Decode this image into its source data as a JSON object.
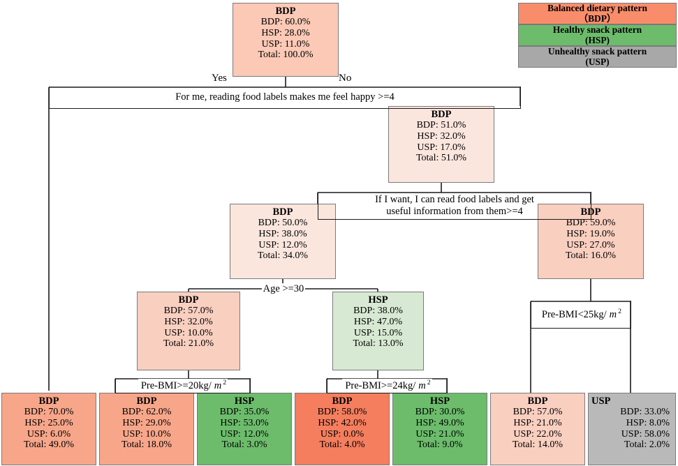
{
  "legend": {
    "title": "pattern-legend",
    "items": [
      {
        "line1": "Balanced dietary pattern",
        "line2": "（BDP）",
        "color": "#f98d6b"
      },
      {
        "line1": "Healthy snack pattern",
        "line2": "(HSP)",
        "color": "#6cbc6c"
      },
      {
        "line1": "Unhealthy snack pattern",
        "line2": "(USP)",
        "color": "#a8a8a8"
      }
    ]
  },
  "branch_tags": {
    "yes": "Yes",
    "no": "No"
  },
  "splits": [
    {
      "id": "split-food-label-happy",
      "text": "For me, reading food labels makes me feel happy >=4"
    },
    {
      "id": "split-useful-information",
      "line1": "If I want, I can read food labels and get",
      "line2": "useful information from them>=4"
    },
    {
      "id": "split-age",
      "text": "Age >=30"
    },
    {
      "id": "split-prebmi-25",
      "text": "Pre-BMI<25kg/",
      "unit": "m",
      "exp": "2"
    },
    {
      "id": "split-prebmi-20",
      "text": "Pre-BMI>=20kg/",
      "unit": "m",
      "exp": "2"
    },
    {
      "id": "split-prebmi-24",
      "text": "Pre-BMI>=24kg/",
      "unit": "m",
      "exp": "2"
    }
  ],
  "nodes": {
    "root": {
      "title": "BDP",
      "bdp": "BDP: 60.0%",
      "hsp": "HSP: 28.0%",
      "usp": "USP: 11.0%",
      "total": "Total: 100.0%",
      "color": "#fbc9b6"
    },
    "n_no": {
      "title": "BDP",
      "bdp": "BDP: 51.0%",
      "hsp": "HSP: 32.0%",
      "usp": "USP: 17.0%",
      "total": "Total: 51.0%",
      "color": "#fbe6de"
    },
    "n_yes_useful": {
      "title": "BDP",
      "bdp": "BDP: 50.0%",
      "hsp": "HSP: 38.0%",
      "usp": "USP: 12.0%",
      "total": "Total: 34.0%",
      "color": "#fbe6de"
    },
    "n_no_useful": {
      "title": "BDP",
      "bdp": "BDP: 59.0%",
      "hsp": "HSP: 19.0%",
      "usp": "USP: 27.0%",
      "total": "Total: 16.0%",
      "color": "#f9cfc0"
    },
    "n_age_left": {
      "title": "BDP",
      "bdp": "BDP: 57.0%",
      "hsp": "HSP: 32.0%",
      "usp": "USP: 10.0%",
      "total": "Total: 21.0%",
      "color": "#f9cfc0"
    },
    "n_age_right": {
      "title": "HSP",
      "bdp": "BDP: 38.0%",
      "hsp": "HSP: 47.0%",
      "usp": "USP: 15.0%",
      "total": "Total: 13.0%",
      "color": "#d7e9d2"
    },
    "leaf1": {
      "title": "BDP",
      "bdp": "BDP: 70.0%",
      "hsp": "HSP: 25.0%",
      "usp": "USP: 6.0%",
      "total": "Total: 49.0%",
      "color": "#f7a68a"
    },
    "leaf2": {
      "title": "BDP",
      "bdp": "BDP: 62.0%",
      "hsp": "HSP: 29.0%",
      "usp": "USP: 10.0%",
      "total": "Total: 18.0%",
      "color": "#f7a68a"
    },
    "leaf3": {
      "title": "HSP",
      "bdp": "BDP: 35.0%",
      "hsp": "HSP: 53.0%",
      "usp": "USP: 12.0%",
      "total": "Total: 3.0%",
      "color": "#6cbc6c"
    },
    "leaf4": {
      "title": "BDP",
      "bdp": "BDP: 58.0%",
      "hsp": "HSP: 42.0%",
      "usp": "USP: 0.0%",
      "total": "Total: 4.0%",
      "color": "#f47e5e"
    },
    "leaf5": {
      "title": "HSP",
      "bdp": "BDP: 30.0%",
      "hsp": "HSP: 49.0%",
      "usp": "USP: 21.0%",
      "total": "Total: 9.0%",
      "color": "#6cbc6c"
    },
    "leaf6": {
      "title": "BDP",
      "bdp": "BDP: 57.0%",
      "hsp": "HSP: 21.0%",
      "usp": "USP: 22.0%",
      "total": "Total: 14.0%",
      "color": "#f9cfc0"
    },
    "leaf7": {
      "title": "USP",
      "bdp": "BDP: 33.0%",
      "hsp": "HSP: 8.0%",
      "usp": "USP: 58.0%",
      "total": "Total: 2.0%",
      "color": "#b9b9b9"
    }
  },
  "chart_data": {
    "type": "tree",
    "title": "Decision tree of dietary pattern classification",
    "target_classes": [
      "BDP",
      "HSP",
      "USP"
    ],
    "tree": {
      "node": "root",
      "predicted": "BDP",
      "distribution": {
        "BDP": 60.0,
        "HSP": 28.0,
        "USP": 11.0
      },
      "total": 100.0,
      "split": "For me, reading food labels makes me feel happy >=4",
      "children": [
        {
          "branch": "Yes",
          "node": "leaf1",
          "predicted": "BDP",
          "distribution": {
            "BDP": 70.0,
            "HSP": 25.0,
            "USP": 6.0
          },
          "total": 49.0
        },
        {
          "branch": "No",
          "node": "n_no",
          "predicted": "BDP",
          "distribution": {
            "BDP": 51.0,
            "HSP": 32.0,
            "USP": 17.0
          },
          "total": 51.0,
          "split": "If I want, I can read food labels and get useful information from them>=4",
          "children": [
            {
              "branch": "Yes",
              "node": "n_yes_useful",
              "predicted": "BDP",
              "distribution": {
                "BDP": 50.0,
                "HSP": 38.0,
                "USP": 12.0
              },
              "total": 34.0,
              "split": "Age >=30",
              "children": [
                {
                  "node": "n_age_left",
                  "predicted": "BDP",
                  "distribution": {
                    "BDP": 57.0,
                    "HSP": 32.0,
                    "USP": 10.0
                  },
                  "total": 21.0,
                  "split": "Pre-BMI>=20kg/m2",
                  "children": [
                    {
                      "node": "leaf2",
                      "predicted": "BDP",
                      "distribution": {
                        "BDP": 62.0,
                        "HSP": 29.0,
                        "USP": 10.0
                      },
                      "total": 18.0
                    },
                    {
                      "node": "leaf3",
                      "predicted": "HSP",
                      "distribution": {
                        "BDP": 35.0,
                        "HSP": 53.0,
                        "USP": 12.0
                      },
                      "total": 3.0
                    }
                  ]
                },
                {
                  "node": "n_age_right",
                  "predicted": "HSP",
                  "distribution": {
                    "BDP": 38.0,
                    "HSP": 47.0,
                    "USP": 15.0
                  },
                  "total": 13.0,
                  "split": "Pre-BMI>=24kg/m2",
                  "children": [
                    {
                      "node": "leaf4",
                      "predicted": "BDP",
                      "distribution": {
                        "BDP": 58.0,
                        "HSP": 42.0,
                        "USP": 0.0
                      },
                      "total": 4.0
                    },
                    {
                      "node": "leaf5",
                      "predicted": "HSP",
                      "distribution": {
                        "BDP": 30.0,
                        "HSP": 49.0,
                        "USP": 21.0
                      },
                      "total": 9.0
                    }
                  ]
                }
              ]
            },
            {
              "branch": "No",
              "node": "n_no_useful",
              "predicted": "BDP",
              "distribution": {
                "BDP": 59.0,
                "HSP": 19.0,
                "USP": 27.0
              },
              "total": 16.0,
              "split": "Pre-BMI<25kg/m2",
              "children": [
                {
                  "node": "leaf6",
                  "predicted": "BDP",
                  "distribution": {
                    "BDP": 57.0,
                    "HSP": 21.0,
                    "USP": 22.0
                  },
                  "total": 14.0
                },
                {
                  "node": "leaf7",
                  "predicted": "USP",
                  "distribution": {
                    "BDP": 33.0,
                    "HSP": 8.0,
                    "USP": 58.0
                  },
                  "total": 2.0
                }
              ]
            }
          ]
        }
      ]
    }
  }
}
